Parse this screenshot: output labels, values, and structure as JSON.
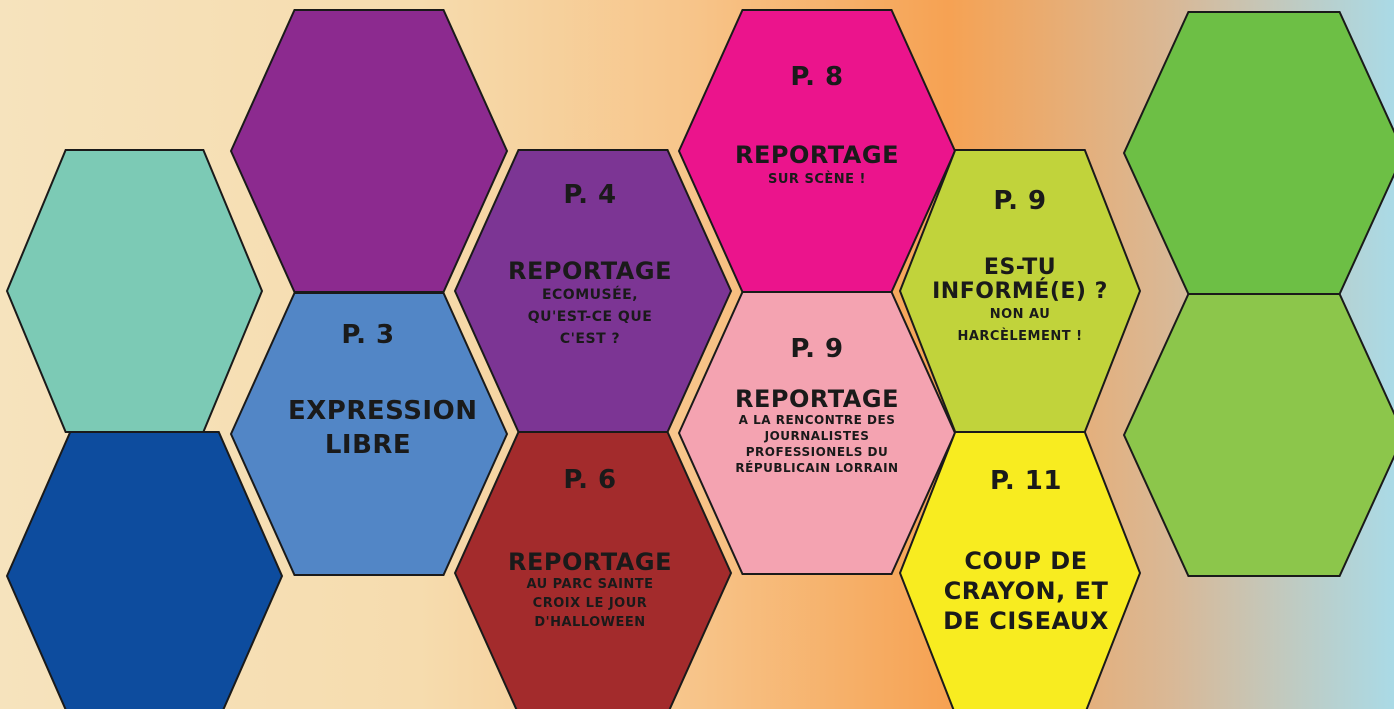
{
  "colors": {
    "outline": "#1a1a1a",
    "teal": "#7ccab5",
    "navy": "#0d4c9e",
    "purple": "#8c2a8f",
    "blue": "#5286c6",
    "violet": "#7c3594",
    "maroon": "#a32b2c",
    "magenta": "#eb148c",
    "pink": "#f4a3b1",
    "lime": "#c1d33b",
    "yellow": "#f8ec20",
    "green": "#6dbf45",
    "green_light": "#8cc64b"
  },
  "tiles": [
    {
      "id": "expression",
      "page": "P. 3",
      "title": "EXPRESSION LIBRE",
      "subtitle": ""
    },
    {
      "id": "ecomusee",
      "page": "P. 4",
      "title": "REPORTAGE",
      "subtitle": "ECOMUSÉE, QU'EST-CE QUE C'EST ?"
    },
    {
      "id": "halloween",
      "page": "P. 6",
      "title": "REPORTAGE",
      "subtitle": "AU PARC SAINTE CROIX LE JOUR D'HALLOWEEN"
    },
    {
      "id": "scene",
      "page": "P. 8",
      "title": "REPORTAGE",
      "subtitle": "SUR SCÈNE !"
    },
    {
      "id": "journalistes",
      "page": "P. 9",
      "title": "REPORTAGE",
      "subtitle": "A LA RENCONTRE DES JOURNALISTES PROFESSIONELS DU RÉPUBLICAIN LORRAIN"
    },
    {
      "id": "informe",
      "page": "P. 9",
      "title": "ES-TU INFORMÉ(E) ?",
      "subtitle": "NON AU HARCÈLEMENT !"
    },
    {
      "id": "crayon",
      "page": "P. 11",
      "title": "COUP DE CRAYON, ET DE CISEAUX",
      "subtitle": ""
    }
  ]
}
